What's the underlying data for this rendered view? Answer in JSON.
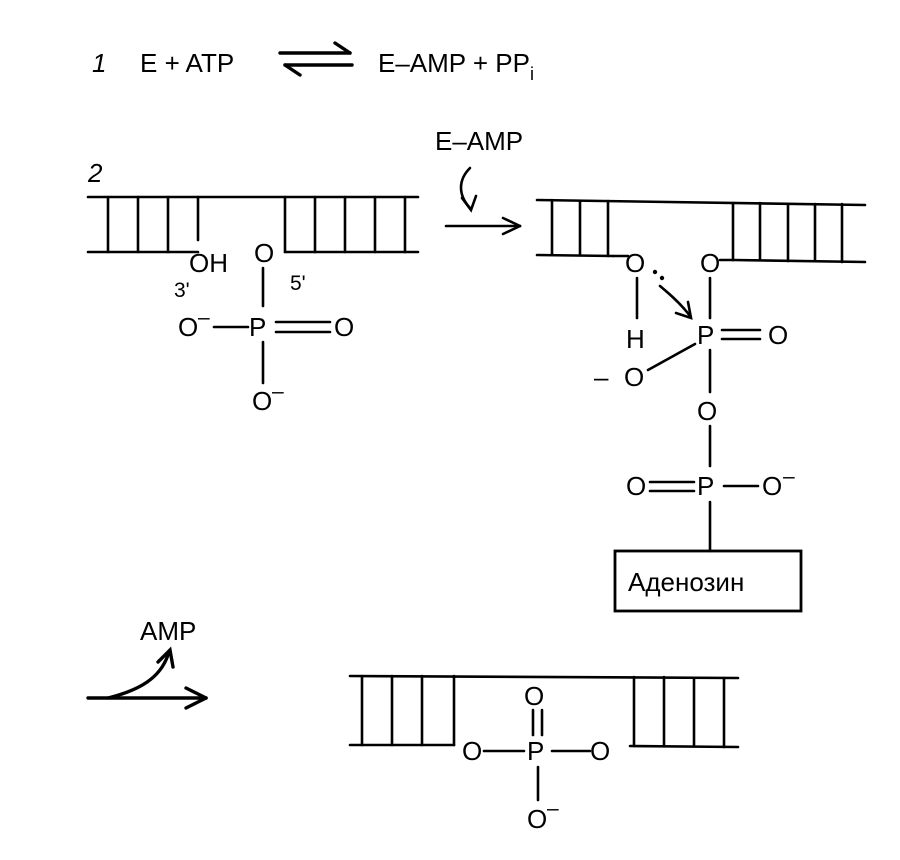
{
  "step1": {
    "number": "1",
    "lhs": "E + ATP",
    "rhs": "E–AMP + PP",
    "rhs_sub": "i"
  },
  "step2": {
    "number": "2",
    "e_amp": "E–AMP",
    "oh": "OH",
    "prime3": "3'",
    "prime5": "5'",
    "o": "O",
    "p": "P",
    "o_minus": "O",
    "minus": "–",
    "h": "H",
    "adenosine": "Аденозин"
  },
  "step3": {
    "amp": "AMP"
  }
}
